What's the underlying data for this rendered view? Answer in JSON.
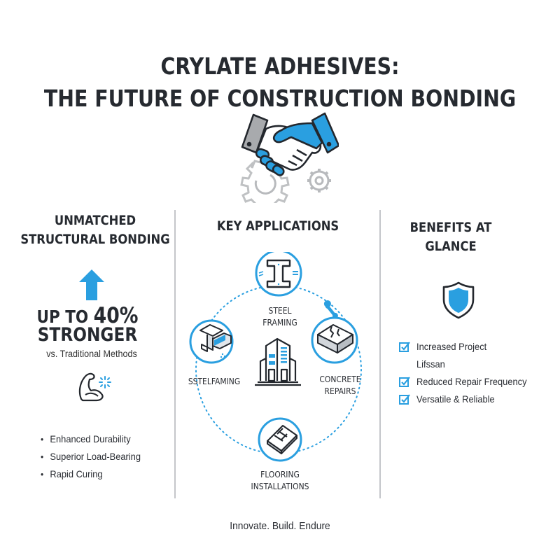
{
  "colors": {
    "accent": "#2a9fe0",
    "text": "#262a30",
    "divider": "#c4c6ca",
    "gear": "#b8babd",
    "cuff_gray": "#a8aaad"
  },
  "header": {
    "title_line1": "CRYLATE ADHESIVES:",
    "title_line2": "THE FUTURE OF CONSTRUCTION BONDING",
    "hero_icon": "handshake-gears-icon"
  },
  "left": {
    "heading_line1": "UNMATCHED",
    "heading_line2": "STRUCTURAL BONDING",
    "arrow_icon": "arrow-up-icon",
    "stat_prefix": "UP TO ",
    "stat_value": "40%",
    "stat_word": "STRONGER",
    "stat_sub": "vs. Traditional Methods",
    "muscle_icon": "flexed-bicep-icon",
    "bullets": [
      "Enhanced Durability",
      "Superior Load-Bearing",
      "Rapid Curing"
    ]
  },
  "middle": {
    "heading": "KEY APPLICATIONS",
    "center_icon": "building-icon",
    "decor_icon": "wrench-icon",
    "apps": [
      {
        "label_line1": "STEEL",
        "label_line2": "FRAMING",
        "icon": "i-beam-icon"
      },
      {
        "label_line1": "SSTELFAMING",
        "label_line2": "",
        "icon": "steel-beam-bonding-icon"
      },
      {
        "label_line1": "CONCRETE",
        "label_line2": "REPAIRS",
        "icon": "cracked-concrete-icon"
      },
      {
        "label_line1": "FLOORING",
        "label_line2": "INSTALLATIONS",
        "icon": "floor-tiles-icon"
      }
    ]
  },
  "right": {
    "heading_line1": "BENEFITS AT",
    "heading_line2": "GLANCE",
    "shield_icon": "shield-icon",
    "benefits": [
      {
        "line1": "Increased Project",
        "line2": "Lifssan"
      },
      {
        "line1": "Reduced Repair Frequency",
        "line2": ""
      },
      {
        "line1": "Versatile & Reliable",
        "line2": ""
      }
    ]
  },
  "footer": {
    "tagline": "Innovate. Build. Endure"
  }
}
